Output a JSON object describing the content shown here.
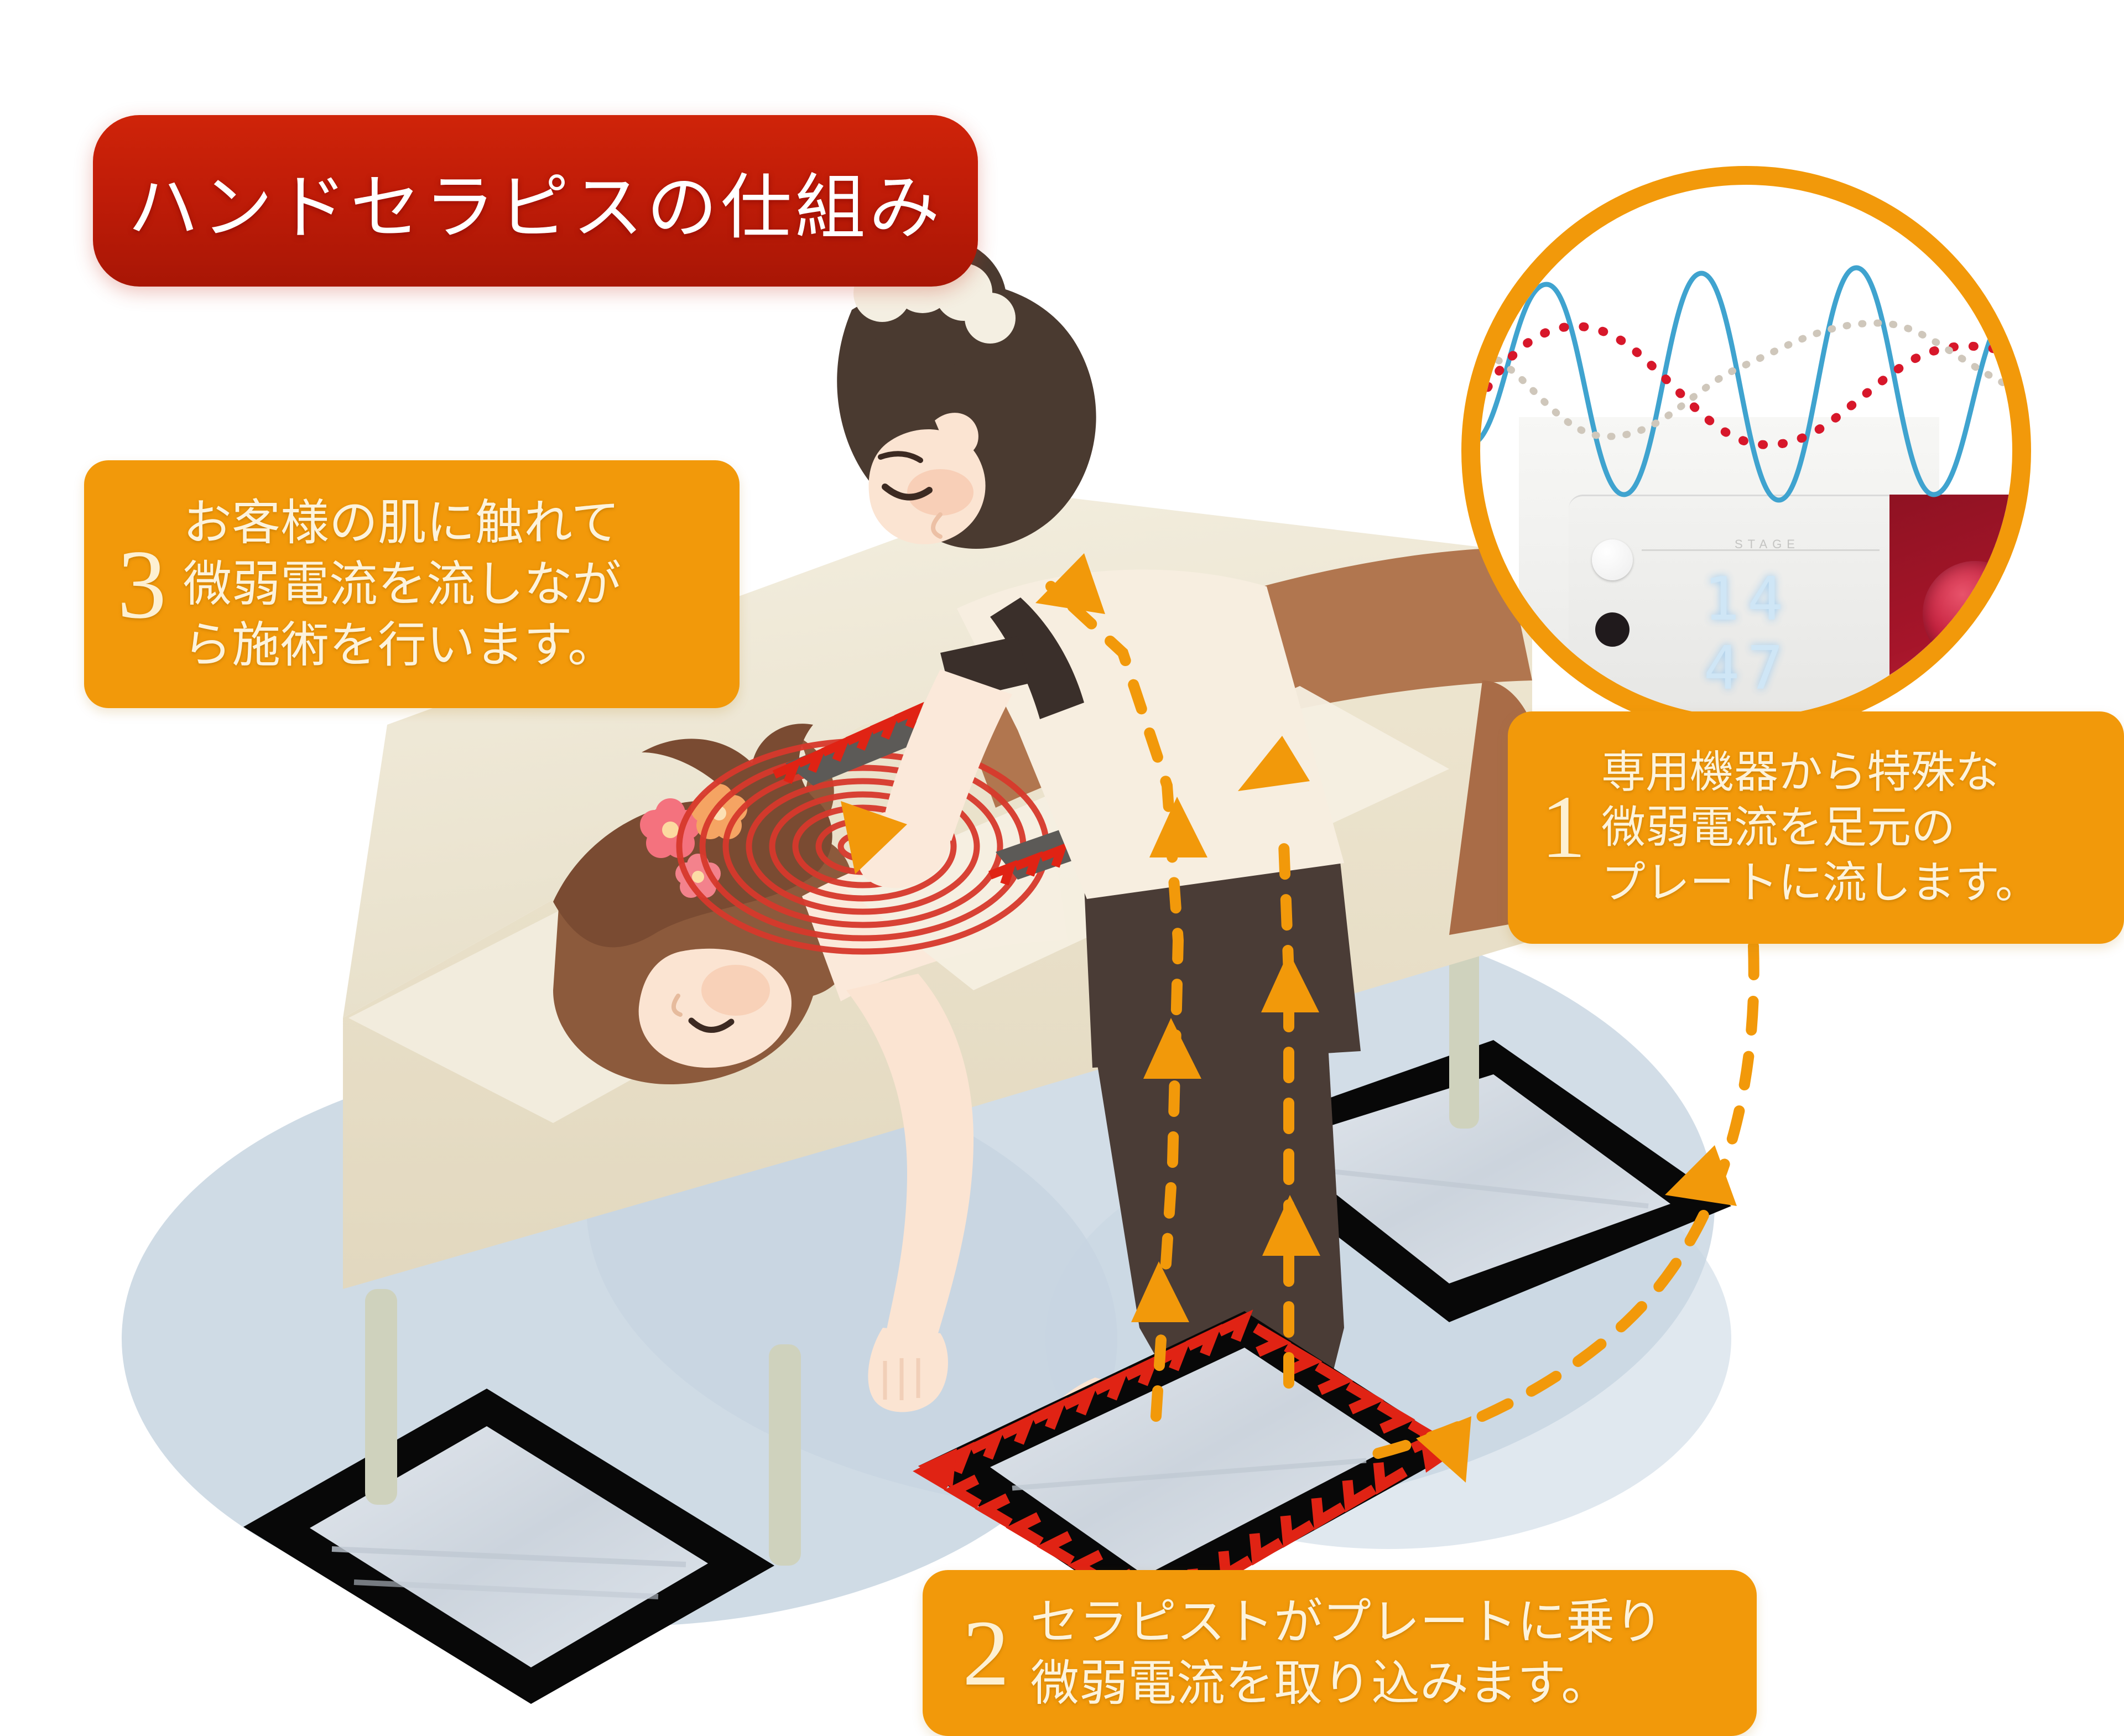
{
  "title": {
    "text": "ハンドセラピスの仕組み"
  },
  "colors": {
    "banner_red": "#c01c08",
    "accent_orange": "#f2990a",
    "text_cream": "#fdf3dc",
    "current_red": "#e02314",
    "floor_blue": "#c8d6e2",
    "table_cream": "#efe8d6",
    "plate_black": "#080808",
    "wave_blue": "#3fa3cf",
    "wave_red": "#d7172a",
    "wave_gray": "#cfc7bb"
  },
  "steps": [
    {
      "number": "1",
      "lines": [
        "専用機器から特殊な",
        "微弱電流を足元の",
        "プレートに流します。"
      ]
    },
    {
      "number": "2",
      "lines": [
        "セラピストがプレートに乗り",
        "微弱電流を取り込みます。"
      ]
    },
    {
      "number": "3",
      "lines": [
        "お客様の肌に触れて",
        "微弱電流を流しなが",
        "ら施術を行います。"
      ]
    }
  ],
  "device": {
    "display_value": "14 47",
    "stage_label": "STAGE"
  },
  "scene": {
    "therapist_label": "therapist",
    "client_label": "client",
    "plate_active_label": "active-foot-plate",
    "plate_idle_label": "idle-foot-plate"
  }
}
